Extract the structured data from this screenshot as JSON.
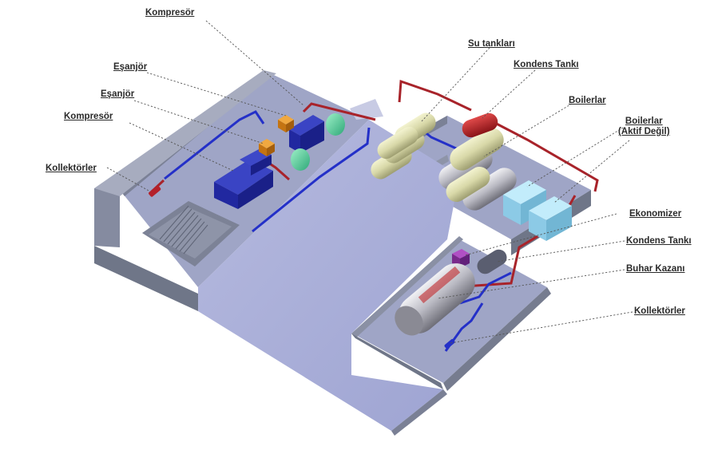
{
  "labels": {
    "kompresor_top": "Kompresör",
    "esanjor_1": "Eşanjör",
    "esanjor_2": "Eşanjör",
    "kompresor_left": "Kompresör",
    "kollektorler_left": "Kollektörler",
    "su_tanklari": "Su tankları",
    "kondens_tanki_top": "Kondens Tankı",
    "boilerlar": "Boilerlar",
    "boilerlar_inactive_1": "Boilerlar",
    "boilerlar_inactive_2": "(Aktif Değil)",
    "ekonomizer": "Ekonomizer",
    "kondens_tanki_right": "Kondens Tankı",
    "buhar_kazani": "Buhar Kazanı",
    "kollektorler_right": "Kollektörler"
  },
  "colors": {
    "floor": "#a9aed7",
    "wall": "#8f95a8",
    "wall_dark": "#6f7688",
    "hot_pipe": "#a8232a",
    "cold_pipe": "#2430c8",
    "compressor": "#2a32a8",
    "exchanger": "#d88a1a",
    "green_tank": "#5fd0a0",
    "water_tank": "#dcdcb0",
    "condensate_tank": "#c0262a",
    "boiler_inactive": "#9fd6ee",
    "economizer": "#8a2a9a",
    "steam_boiler": "#c4c4cc"
  }
}
